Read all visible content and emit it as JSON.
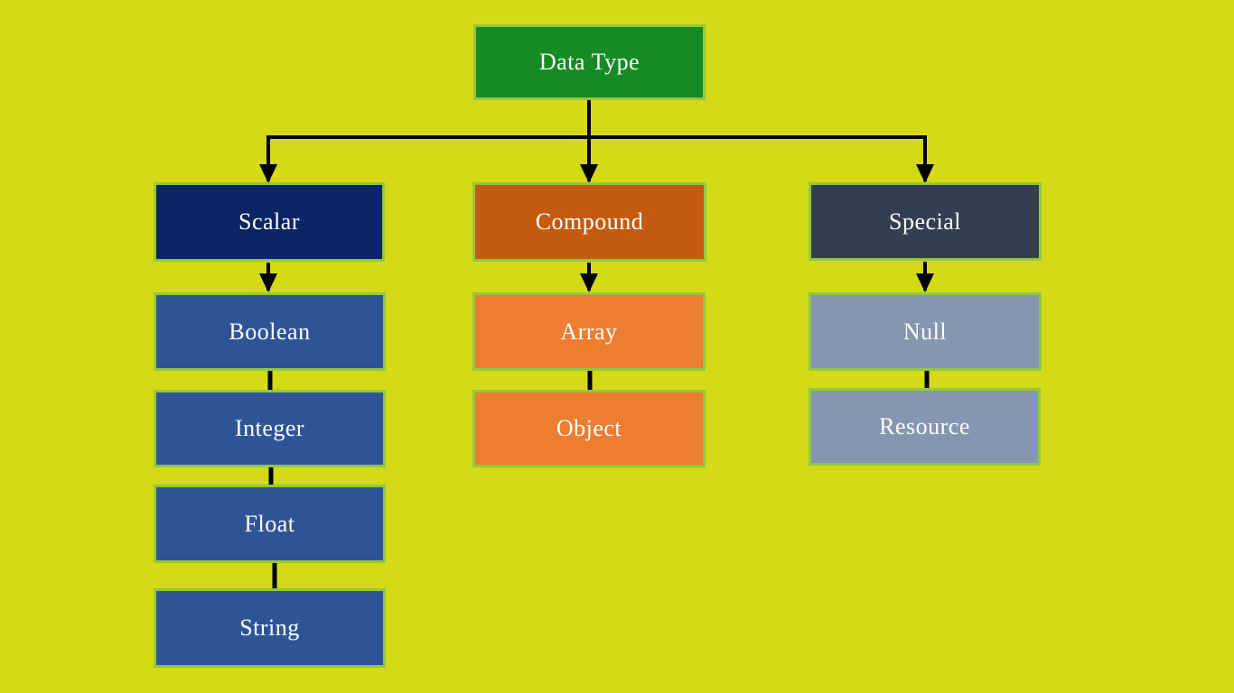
{
  "diagram": {
    "type": "flowchart",
    "title": "Data Type hierarchy",
    "nodes": {
      "root": "Data Type",
      "scalar": "Scalar",
      "compound": "Compound",
      "special": "Special",
      "boolean": "Boolean",
      "integer": "Integer",
      "float": "Float",
      "string": "String",
      "array": "Array",
      "object": "Object",
      "null": "Null",
      "resource": "Resource"
    },
    "structure": [
      {
        "parent": "Data Type",
        "children": [
          "Scalar",
          "Compound",
          "Special"
        ]
      },
      {
        "parent": "Scalar",
        "children": [
          "Boolean",
          "Integer",
          "Float",
          "String"
        ]
      },
      {
        "parent": "Compound",
        "children": [
          "Array",
          "Object"
        ]
      },
      {
        "parent": "Special",
        "children": [
          "Null",
          "Resource"
        ]
      }
    ],
    "colors": {
      "background": "#d4da18",
      "node_border": "#93c83e",
      "connector": "#000000",
      "text": "#ffffff",
      "root_fill": "#168a24",
      "scalar_fill": "#0a2563",
      "scalar_child_fill": "#2f5496",
      "compound_fill": "#c55a11",
      "compound_child_fill": "#ed7d31",
      "special_fill": "#333f50",
      "special_child_fill": "#8496b0"
    }
  }
}
